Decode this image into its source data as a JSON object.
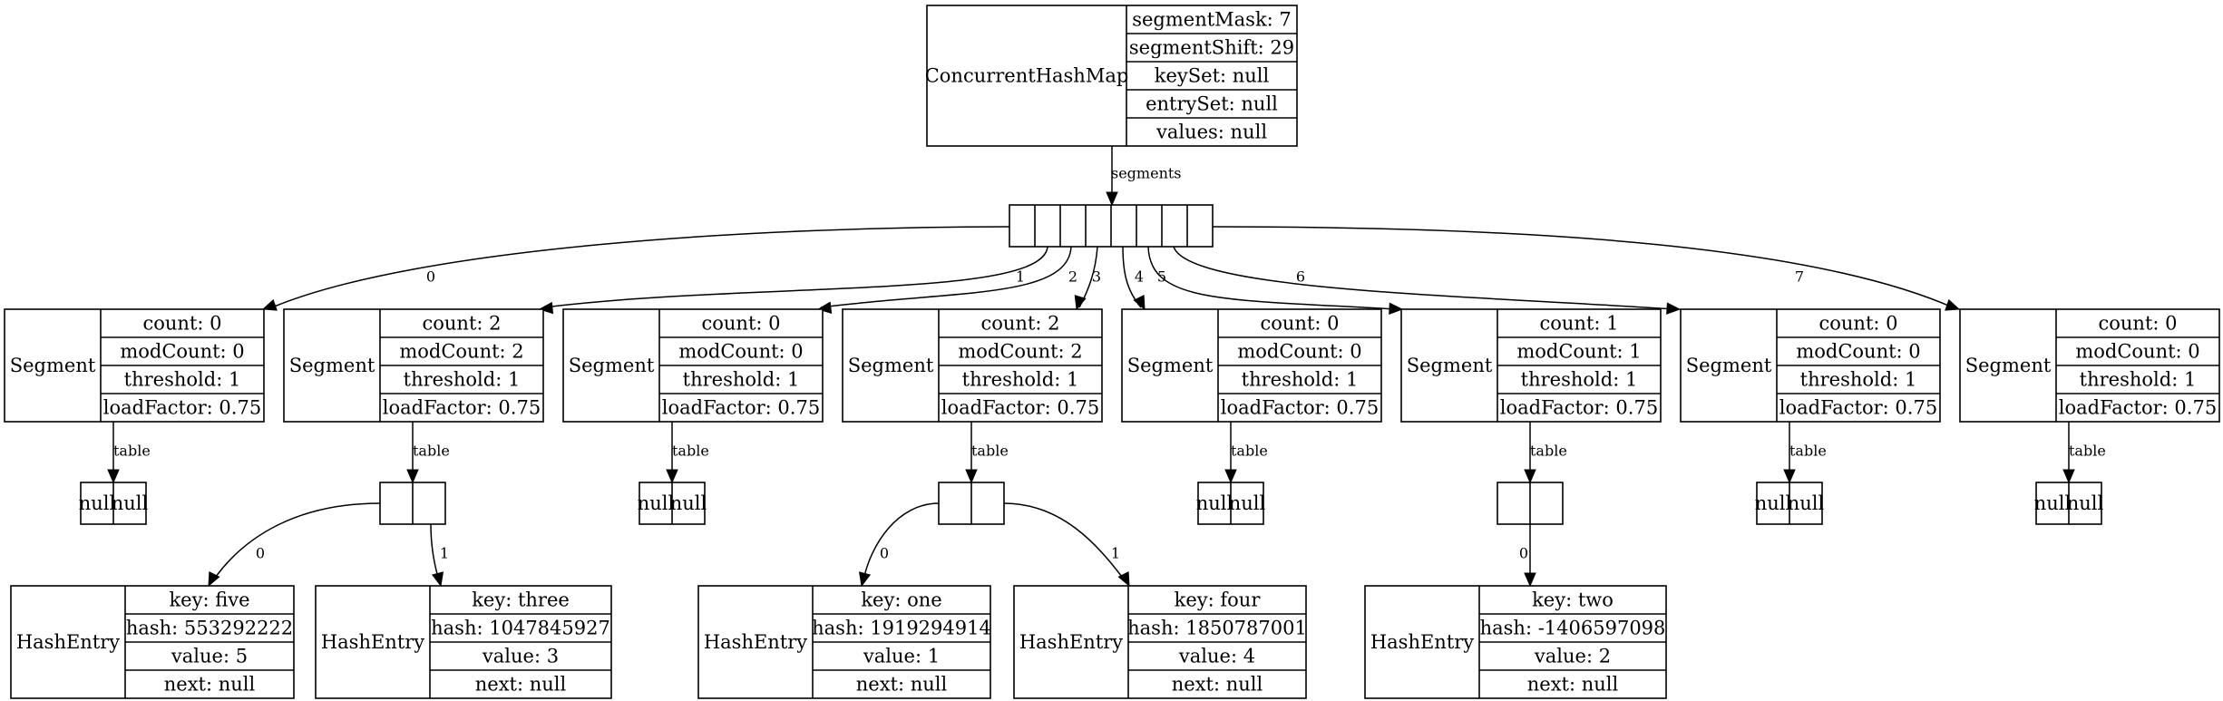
{
  "root": {
    "title": "ConcurrentHashMap",
    "fields": [
      "segmentMask: 7",
      "segmentShift: 29",
      "keySet: null",
      "entrySet: null",
      "values: null"
    ]
  },
  "segments_label": "segments",
  "segment_indices": [
    "0",
    "1",
    "2",
    "3",
    "4",
    "5",
    "6",
    "7"
  ],
  "segments": [
    {
      "title": "Segment",
      "fields": [
        "count: 0",
        "modCount: 0",
        "threshold: 1",
        "loadFactor: 0.75"
      ]
    },
    {
      "title": "Segment",
      "fields": [
        "count: 2",
        "modCount: 2",
        "threshold: 1",
        "loadFactor: 0.75"
      ]
    },
    {
      "title": "Segment",
      "fields": [
        "count: 0",
        "modCount: 0",
        "threshold: 1",
        "loadFactor: 0.75"
      ]
    },
    {
      "title": "Segment",
      "fields": [
        "count: 2",
        "modCount: 2",
        "threshold: 1",
        "loadFactor: 0.75"
      ]
    },
    {
      "title": "Segment",
      "fields": [
        "count: 0",
        "modCount: 0",
        "threshold: 1",
        "loadFactor: 0.75"
      ]
    },
    {
      "title": "Segment",
      "fields": [
        "count: 1",
        "modCount: 1",
        "threshold: 1",
        "loadFactor: 0.75"
      ]
    },
    {
      "title": "Segment",
      "fields": [
        "count: 0",
        "modCount: 0",
        "threshold: 1",
        "loadFactor: 0.75"
      ]
    },
    {
      "title": "Segment",
      "fields": [
        "count: 0",
        "modCount: 0",
        "threshold: 1",
        "loadFactor: 0.75"
      ]
    }
  ],
  "table_label": "table",
  "null_cell": "null",
  "tables": [
    {
      "cells": [
        "null",
        "null"
      ]
    },
    {
      "cells": [
        "",
        ""
      ],
      "entries": [
        0,
        1
      ]
    },
    {
      "cells": [
        "null",
        "null"
      ]
    },
    {
      "cells": [
        "",
        ""
      ],
      "entries": [
        2,
        3
      ]
    },
    {
      "cells": [
        "null",
        "null"
      ]
    },
    {
      "cells": [
        "",
        ""
      ],
      "entries": [
        4
      ]
    },
    {
      "cells": [
        "null",
        "null"
      ]
    },
    {
      "cells": [
        "null",
        "null"
      ]
    }
  ],
  "entries": [
    {
      "title": "HashEntry",
      "index_label": "0",
      "fields": [
        "key: five",
        "hash: 553292222",
        "value: 5",
        "next: null"
      ]
    },
    {
      "title": "HashEntry",
      "index_label": "1",
      "fields": [
        "key: three",
        "hash: 1047845927",
        "value: 3",
        "next: null"
      ]
    },
    {
      "title": "HashEntry",
      "index_label": "0",
      "fields": [
        "key: one",
        "hash: 1919294914",
        "value: 1",
        "next: null"
      ]
    },
    {
      "title": "HashEntry",
      "index_label": "1",
      "fields": [
        "key: four",
        "hash: 1850787001",
        "value: 4",
        "next: null"
      ]
    },
    {
      "title": "HashEntry",
      "index_label": "0",
      "fields": [
        "key: two",
        "hash: -1406597098",
        "value: 2",
        "next: null"
      ]
    }
  ]
}
